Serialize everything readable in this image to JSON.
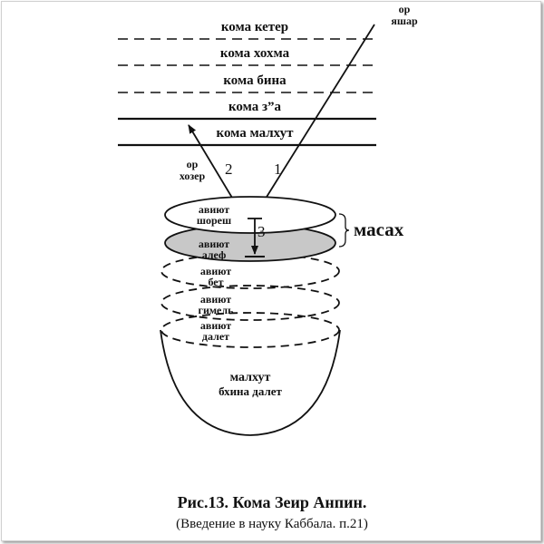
{
  "levels": {
    "keter": "кома кетер",
    "hokhma": "кома хохма",
    "bina": "кома бина",
    "za": "кома з”а",
    "malkhut": "кома малхут"
  },
  "light": {
    "or_yashar_1": "ор",
    "or_yashar_2": "яшар",
    "or_hozer_1": "ор",
    "or_hozer_2": "хозер",
    "num_1": "1",
    "num_2": "2",
    "num_3": "3"
  },
  "disks": {
    "shoresh_1": "авиют",
    "shoresh_2": "шореш",
    "alef_1": "авиют",
    "alef_2": "алеф",
    "bet_1": "авиют",
    "bet_2": "бет",
    "gimel_1": "авиют",
    "gimel_2": "гимель",
    "dalet_1": "авиют",
    "dalet_2": "далет"
  },
  "masakh": "масах",
  "bowl": {
    "line1": "малхут",
    "line2": "бхина далет"
  },
  "caption": {
    "title": "Рис.13. Кома Зеир Анпин.",
    "source": "(Введение в науку Каббала. п.21)"
  },
  "colors": {
    "ink": "#111111",
    "alef_fill": "#c8c8c8"
  }
}
